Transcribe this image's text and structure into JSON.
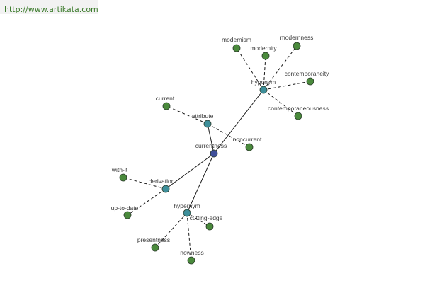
{
  "header": {
    "url": "http://www.artikata.com"
  },
  "colors": {
    "center": "#3f4f9a",
    "relation": "#3d8f9a",
    "leaf": "#4a8a3c",
    "stroke": "#2a3a2a"
  },
  "graph": {
    "nodes": [
      {
        "id": "currentness",
        "label": "currentness",
        "kind": "center"
      },
      {
        "id": "hyponym",
        "label": "hyponym",
        "kind": "relation"
      },
      {
        "id": "attribute",
        "label": "attribute",
        "kind": "relation"
      },
      {
        "id": "derivation",
        "label": "derivation",
        "kind": "relation"
      },
      {
        "id": "hypernym",
        "label": "hypernym",
        "kind": "relation"
      },
      {
        "id": "modernism",
        "label": "modernism",
        "kind": "leaf"
      },
      {
        "id": "modernity",
        "label": "modernity",
        "kind": "leaf"
      },
      {
        "id": "modernness",
        "label": "modernness",
        "kind": "leaf"
      },
      {
        "id": "contemporaneity",
        "label": "contemporaneity",
        "kind": "leaf"
      },
      {
        "id": "contemporaneousness",
        "label": "contemporaneousness",
        "kind": "leaf"
      },
      {
        "id": "current",
        "label": "current",
        "kind": "leaf"
      },
      {
        "id": "noncurrent",
        "label": "noncurrent",
        "kind": "leaf"
      },
      {
        "id": "with-it",
        "label": "with-it",
        "kind": "leaf"
      },
      {
        "id": "up-to-date",
        "label": "up-to-date",
        "kind": "leaf"
      },
      {
        "id": "cutting-edge",
        "label": "cutting-edge",
        "kind": "leaf"
      },
      {
        "id": "presentness",
        "label": "presentness",
        "kind": "leaf"
      },
      {
        "id": "nowness",
        "label": "nowness",
        "kind": "leaf"
      }
    ],
    "edges": [
      {
        "from": "currentness",
        "to": "hyponym",
        "style": "solid"
      },
      {
        "from": "currentness",
        "to": "attribute",
        "style": "solid"
      },
      {
        "from": "currentness",
        "to": "derivation",
        "style": "solid"
      },
      {
        "from": "currentness",
        "to": "hypernym",
        "style": "solid"
      },
      {
        "from": "hyponym",
        "to": "modernism",
        "style": "dashed"
      },
      {
        "from": "hyponym",
        "to": "modernity",
        "style": "dashed"
      },
      {
        "from": "hyponym",
        "to": "modernness",
        "style": "dashed"
      },
      {
        "from": "hyponym",
        "to": "contemporaneity",
        "style": "dashed"
      },
      {
        "from": "hyponym",
        "to": "contemporaneousness",
        "style": "dashed"
      },
      {
        "from": "attribute",
        "to": "current",
        "style": "dashed"
      },
      {
        "from": "attribute",
        "to": "noncurrent",
        "style": "dashed"
      },
      {
        "from": "derivation",
        "to": "with-it",
        "style": "dashed"
      },
      {
        "from": "derivation",
        "to": "up-to-date",
        "style": "dashed"
      },
      {
        "from": "hypernym",
        "to": "cutting-edge",
        "style": "dashed"
      },
      {
        "from": "hypernym",
        "to": "presentness",
        "style": "dashed"
      },
      {
        "from": "hypernym",
        "to": "nowness",
        "style": "dashed"
      }
    ]
  }
}
